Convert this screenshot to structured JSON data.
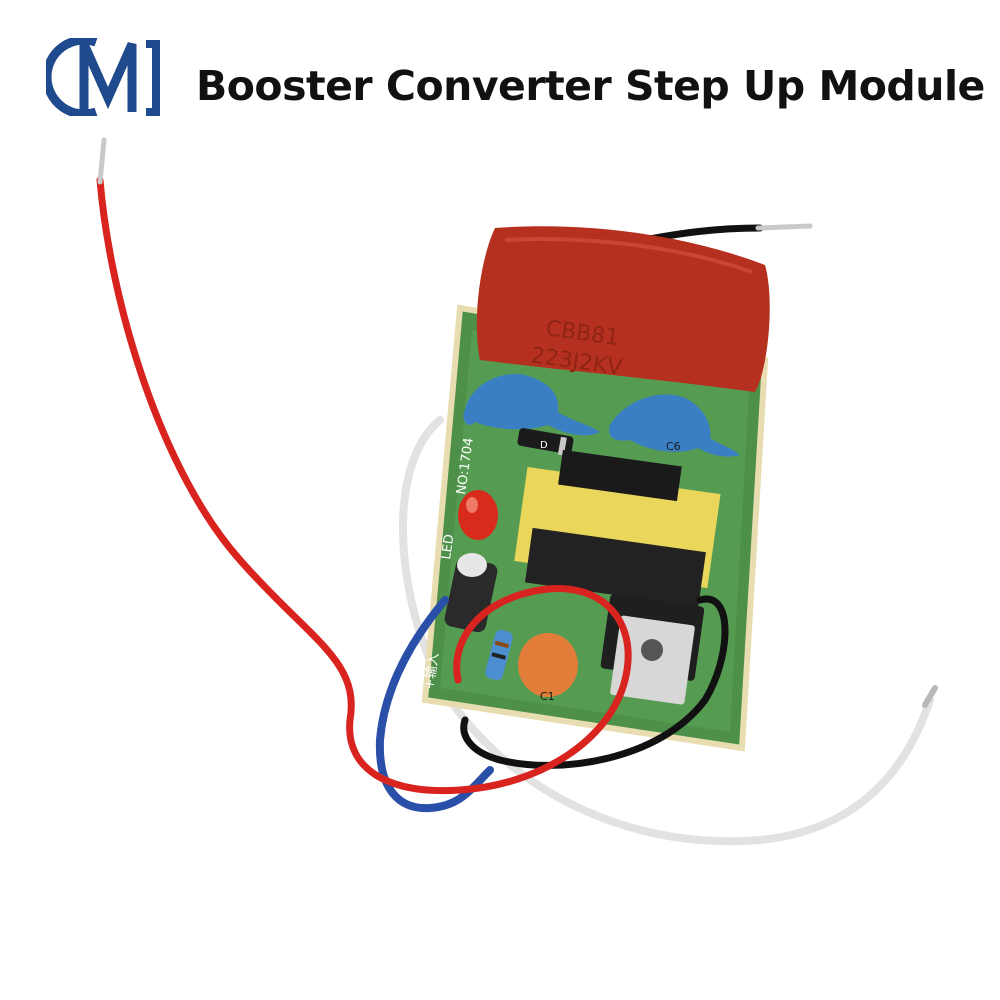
{
  "brand": {
    "logo_text": "CM",
    "color": "#1f4a8e"
  },
  "title": "Booster Converter Step Up Module",
  "board": {
    "capacitor_marking_1": "CBB81",
    "capacitor_marking_2": "223J2KV",
    "pcb_label_led": "LED",
    "pcb_label_code": "NO:1704",
    "pcb_label_input": "+输入",
    "pcb_label_c6": "C6",
    "pcb_label_c1": "C1",
    "pcb_label_d": "D"
  },
  "colors": {
    "wire_red": "#d8231f",
    "wire_black": "#111111",
    "wire_white": "#e4e4e4",
    "wire_blue": "#2a4fa8",
    "pcb_green": "#4e8f4a",
    "film_capacitor": "#b5301e",
    "ceramic_capacitor": "#3a7fc4",
    "transformer_yellow": "#e9d65a"
  }
}
